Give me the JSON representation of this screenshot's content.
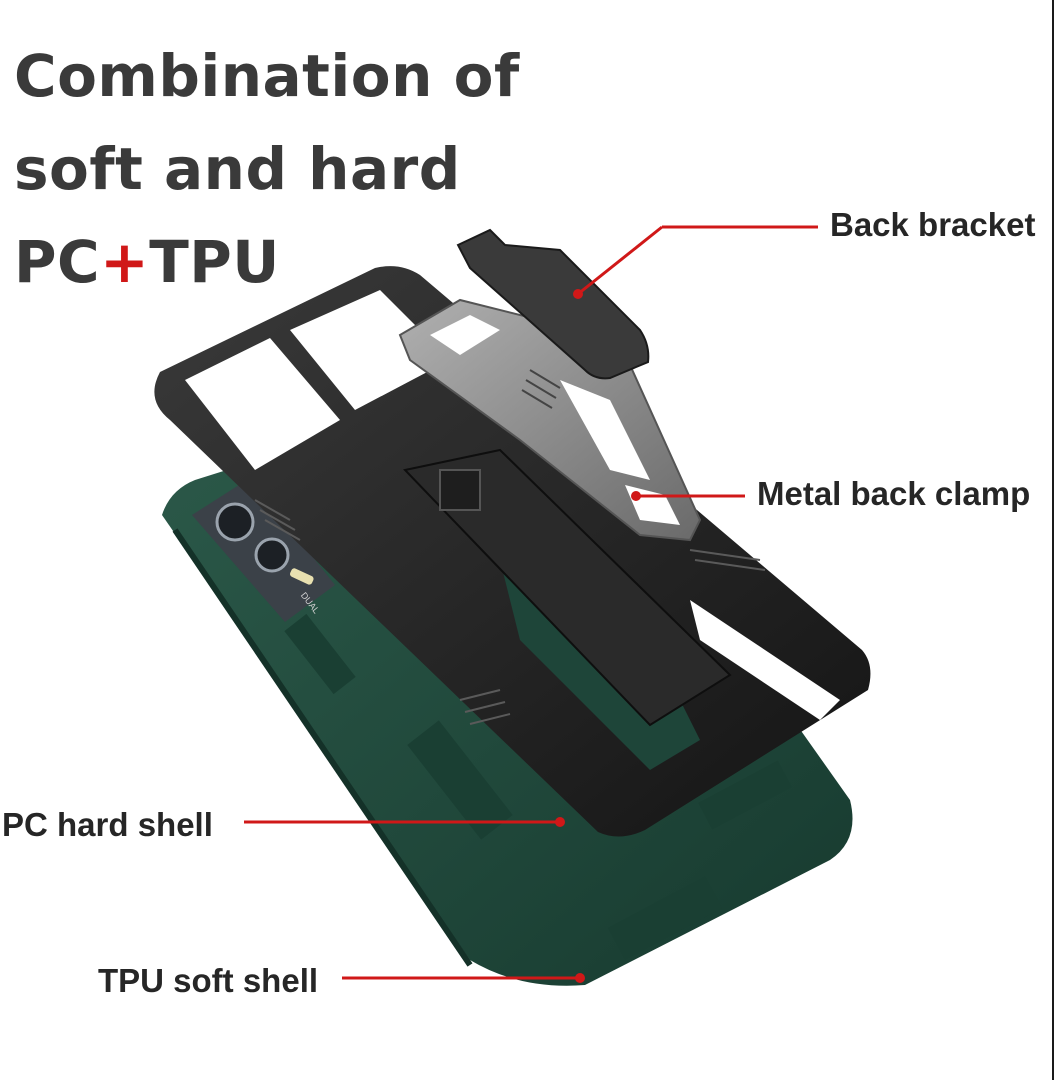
{
  "headline": {
    "line1": "Combination of",
    "line2": "soft and hard",
    "material_pc": "PC",
    "material_plus": "+",
    "material_tpu": "TPU"
  },
  "callouts": {
    "back_bracket": "Back bracket",
    "metal_back_clamp": "Metal back clamp",
    "pc_hard_shell": "PC hard shell",
    "tpu_soft_shell": "TPU soft shell"
  },
  "camera_text": "DUAL",
  "colors": {
    "background": "#ffffff",
    "headline_text": "#3a3a3a",
    "accent_red": "#d01818",
    "tpu_green": "#1f4a3c",
    "pc_black": "#2a2a2a",
    "metal_gray": "#8a8a8a"
  }
}
